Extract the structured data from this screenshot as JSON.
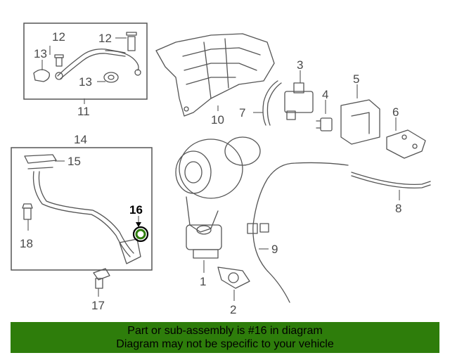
{
  "callouts": {
    "c1": "1",
    "c2": "2",
    "c3": "3",
    "c4": "4",
    "c5": "5",
    "c6": "6",
    "c7": "7",
    "c8": "8",
    "c9": "9",
    "c10": "10",
    "c11": "11",
    "c12a": "12",
    "c12b": "12",
    "c13a": "13",
    "c13b": "13",
    "c14": "14",
    "c15": "15",
    "c16": "16",
    "c17": "17",
    "c18": "18"
  },
  "highlight_color": "#2e7d0b",
  "banner": {
    "line1": "Part or sub-assembly is #16 in diagram",
    "line2": "Diagram may not be specific to your vehicle"
  }
}
